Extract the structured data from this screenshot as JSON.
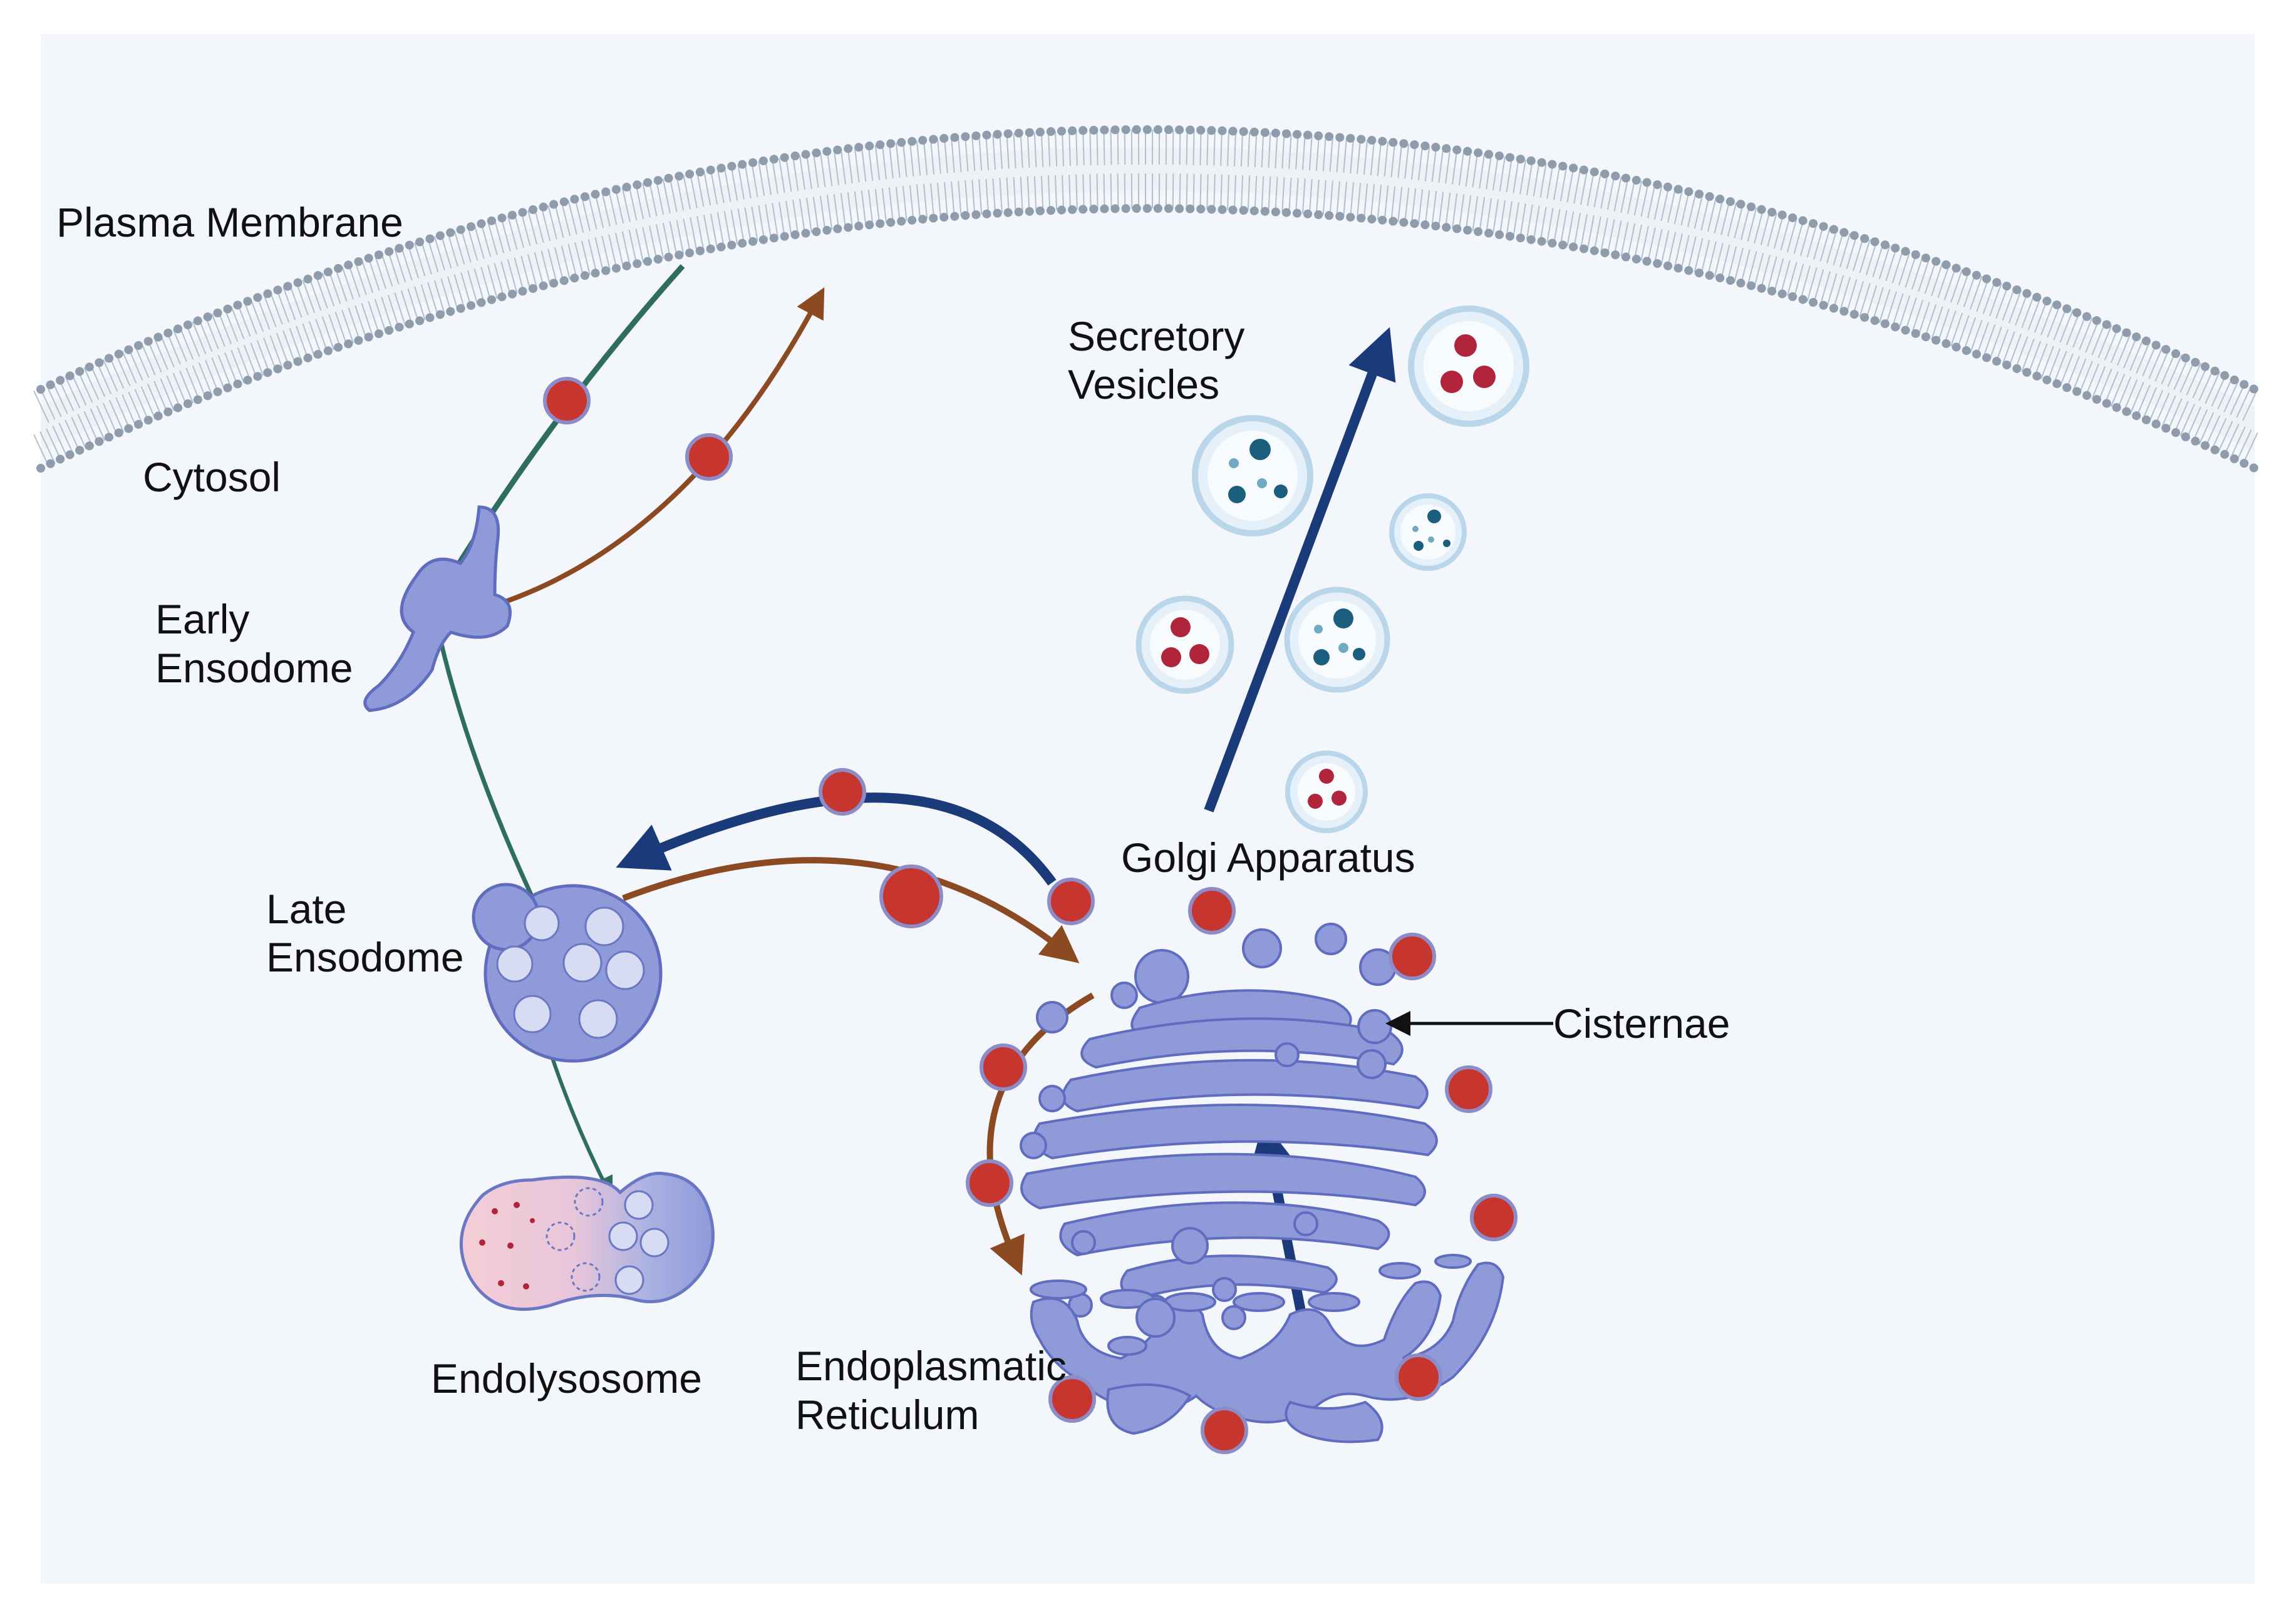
{
  "labels": {
    "plasma_membrane": "Plasma Membrane",
    "cytosol": "Cytosol",
    "early_endosome_line1": "Early",
    "early_endosome_line2": "Ensodome",
    "late_endosome_line1": "Late",
    "late_endosome_line2": "Ensodome",
    "endolysosome": "Endolysosome",
    "secretory_vesicles_line1": "Secretory",
    "secretory_vesicles_line2": "Vesicles",
    "golgi_apparatus": "Golgi Apparatus",
    "cisternae": "Cisternae",
    "er_line1": "Endoplasmatic",
    "er_line2": "Reticulum"
  },
  "colors": {
    "background": "#f3f6fa",
    "membrane_head": "#8f9cab",
    "membrane_tail": "#b4bfcc",
    "organelle_fill": "#8f9ad8",
    "organelle_stroke": "#5f6cbf",
    "inner_vesicle": "#d7dcf2",
    "cargo_particle": "#c7362e",
    "cargo_ring": "#8c8cc8",
    "arrow_endocytic": "#2f6e5e",
    "arrow_recycling": "#8b4a22",
    "arrow_secretory": "#1b3a7a",
    "vesicle_ring": "#b9d6ea",
    "vesicle_teal_dot": "#1c5e7d",
    "vesicle_red_dot": "#b0243c",
    "lysosome_pink": "#f1c6d0"
  }
}
